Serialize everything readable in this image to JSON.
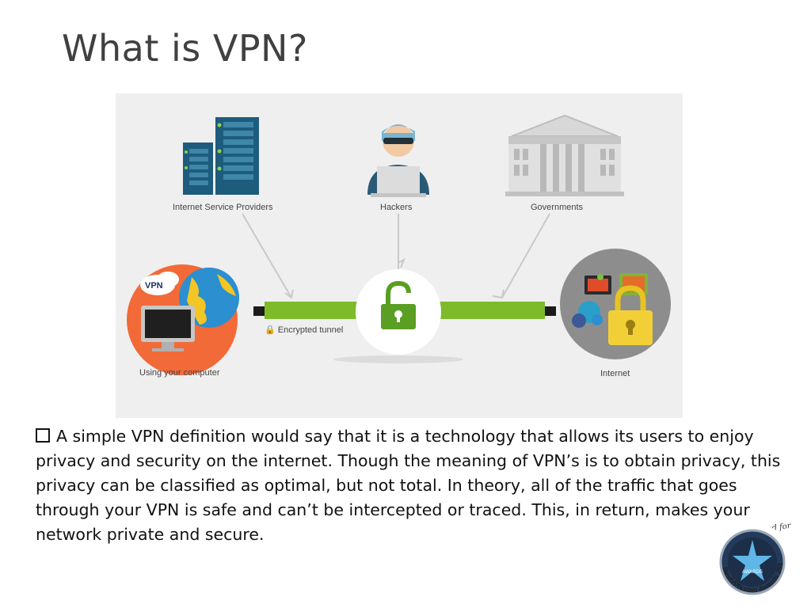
{
  "title": "What is VPN?",
  "diagram": {
    "nodes": {
      "isp": "Internet Service Providers",
      "hackers": "Hackers",
      "governments": "Governments",
      "computer": "Using your computer",
      "internet": "Internet"
    },
    "tunnel_label": "Encrypted tunnel",
    "vpn_cloud_text": "VPN",
    "colors": {
      "tunnel": "#7dbb2a",
      "lock_circle": "#ffffff",
      "lock": "#5a9e23",
      "computer_circle": "#f26a38",
      "globe": "#2b8fd0",
      "internet_circle": "#8d8d8d",
      "server": "#1d5c7c",
      "bank": "#c6c6c6"
    },
    "icons": [
      "server-icon",
      "hacker-icon",
      "government-building-icon",
      "globe-icon",
      "laptop-icon",
      "padlock-icon",
      "social-media-icons"
    ]
  },
  "body": {
    "bullet_icon": "checkbox-bullet",
    "text": "A simple VPN definition would say that it is a technology that allows its users to enjoy privacy and security on the internet. Though the meaning of VPN’s is to obtain privacy, this privacy can be classified as optimal, but not total. In theory, all of the traffic that goes through your VPN is safe and can’t be intercepted or traced. This, in return, makes your network private and secure."
  },
  "badge": {
    "top_text": "Nominated for",
    "ring_text": "BestVPN.com Awards 2018",
    "center_text": "AWARDS"
  }
}
